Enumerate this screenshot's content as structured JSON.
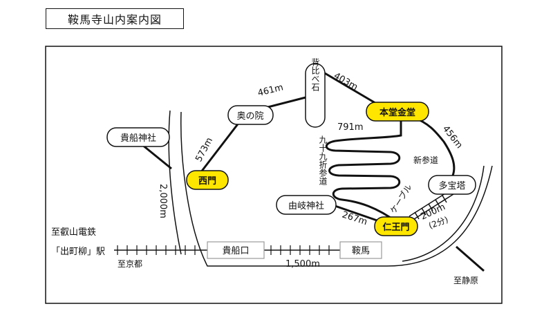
{
  "title": "鞍馬寺山内案内図",
  "colors": {
    "highlight": "#ffe600",
    "line": "#111111",
    "background": "#ffffff",
    "rail": "#999999"
  },
  "places": {
    "kibune_jinja": "貴船神社",
    "nishimon": "西門",
    "okunoin": "奥の院",
    "seikurabe_ishi": "背比べ石",
    "hondo_kondo": "本堂金堂",
    "tahoto": "多宝塔",
    "yuki_jinja": "由岐神社",
    "niomon": "仁王門",
    "kibuneguchi": "貴船口",
    "kurama": "鞍馬"
  },
  "route_labels": {
    "kibune_to_nishimon_dist": "2,000m",
    "nishimon_to_okunoin": "573m",
    "okunoin_to_seikurabe": "461m",
    "seikurabe_to_hondo": "403m",
    "tsuzuraori_dist": "791m",
    "tsuzuraori_name": "九十九折参道",
    "hondo_to_tahoto": "456m",
    "shinsando": "新参道",
    "cable": "ケーブル",
    "cable_dist": "200m",
    "cable_time": "(2分)",
    "yuki_to_niomon": "267m",
    "rail_dist": "1,500m"
  },
  "railway": {
    "name_line1": "至叡山電鉄",
    "name_line2": "「出町柳」駅",
    "to_kyoto": "至京都",
    "to_shizuhara": "至静原"
  }
}
